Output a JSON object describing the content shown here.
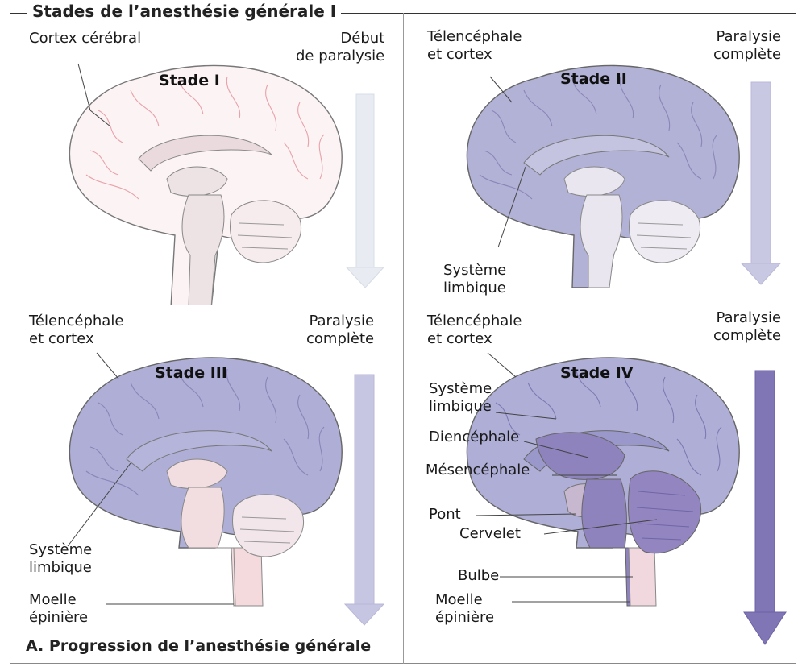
{
  "title": "Stades de l’anesthésie générale I",
  "caption": "A. Progression de l’anesthésie générale",
  "panels": [
    {
      "stage": "Stade I",
      "labels": {
        "cortex": "Cortex cérébral",
        "paralysis": "Début\nde paralysie"
      },
      "colors": {
        "cortex": "#fbf3f4",
        "limbic": "#f4e8ea",
        "deep": "#ede3e5",
        "sulci": "#e9a1a8",
        "arrow": "#e8ecf2"
      }
    },
    {
      "stage": "Stade II",
      "labels": {
        "cortex": "Télencéphale\net cortex",
        "limbic": "Système\nlimbique",
        "paralysis": "Paralysie\ncomplète"
      },
      "colors": {
        "cortex": "#b2b1d6",
        "limbic": "#c4c3e0",
        "deep": "#e9e6ef",
        "sulci": "#8b86b8",
        "arrow": "#c9c8e3"
      }
    },
    {
      "stage": "Stade III",
      "labels": {
        "cortex": "Télencéphale\net cortex",
        "limbic": "Système\nlimbique",
        "spinal": "Moelle\népinière",
        "paralysis": "Paralysie\ncomplète"
      },
      "colors": {
        "cortex": "#aeaed6",
        "limbic": "#b5b4db",
        "deep": "#f2dde0",
        "sulci": "#8a85b8",
        "arrow": "#c7c6e2"
      }
    },
    {
      "stage": "Stade  IV",
      "labels": {
        "cortex": "Télencéphale\net cortex",
        "limbic": "Système\nlimbique",
        "diencephalon": "Diencéphale",
        "mesencephalon": "Mésencéphale",
        "pons": "Pont",
        "cerebellum": "Cervelet",
        "bulb": "Bulbe",
        "spinal": "Moelle\népinière",
        "paralysis": "Paralysie\ncomplète"
      },
      "colors": {
        "cortex": "#aeaed6",
        "limbic": "#9a98cb",
        "deep": "#8e83bd",
        "sulci": "#7f79b2",
        "arrow": "#8076b6"
      }
    }
  ]
}
